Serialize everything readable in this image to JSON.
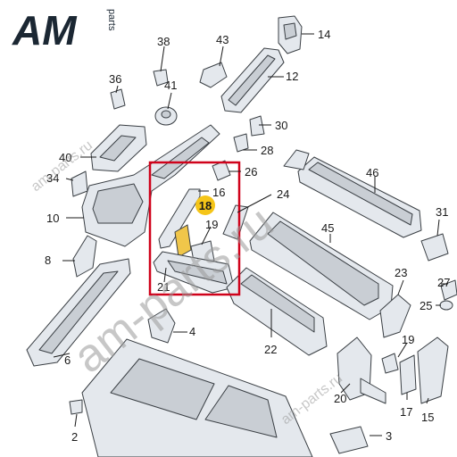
{
  "logo": {
    "main": "AM",
    "side": "parts"
  },
  "watermark": {
    "big": "am-parts.ru",
    "small": "am-parts.ru"
  },
  "highlight": {
    "callout": "18",
    "badge_color": "#f5c518",
    "box_color": "#d0021b"
  },
  "callouts": {
    "c2": "2",
    "c3": "3",
    "c4": "4",
    "c6": "6",
    "c8": "8",
    "c10": "10",
    "c12": "12",
    "c14": "14",
    "c15": "15",
    "c16": "16",
    "c17": "17",
    "c19a": "19",
    "c19b": "19",
    "c20": "20",
    "c21": "21",
    "c22": "22",
    "c23": "23",
    "c24": "24",
    "c25": "25",
    "c26": "26",
    "c27": "27",
    "c28": "28",
    "c30": "30",
    "c31": "31",
    "c34": "34",
    "c36": "36",
    "c38": "38",
    "c40": "40",
    "c41": "41",
    "c43": "43",
    "c45": "45",
    "c46": "46"
  }
}
